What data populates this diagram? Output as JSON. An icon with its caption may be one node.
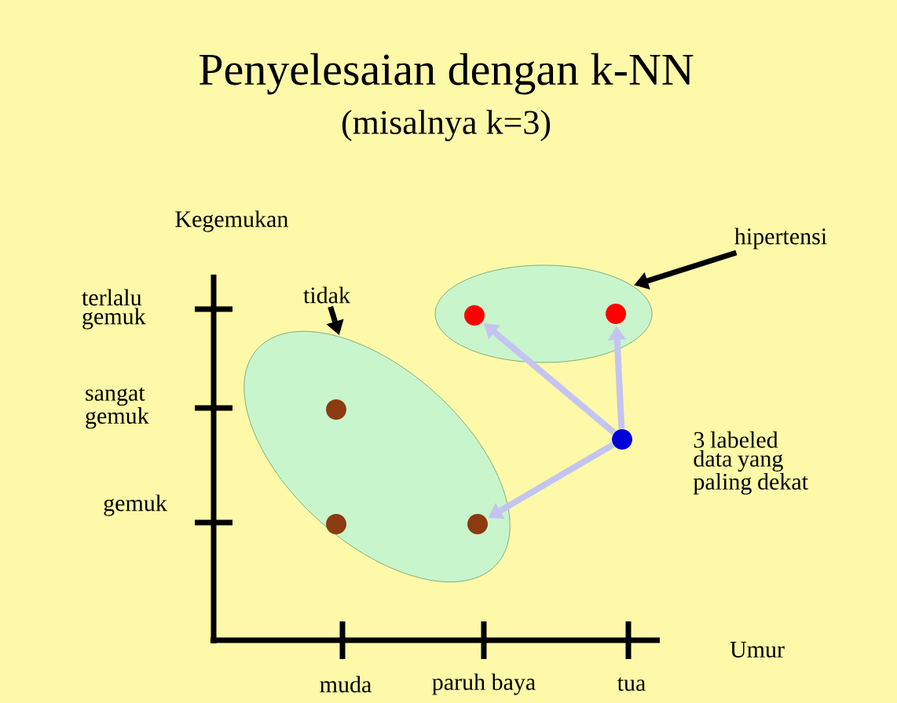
{
  "diagram": {
    "title": "Penyelesaian dengan k-NN",
    "nodes": [
      {
        "text": [
          "hipertensi"
        ]
      },
      {
        "text": [],
        "shape": "ellipse"
      },
      {
        "text": [],
        "shape": "circle",
        "in": 1
      },
      {
        "text": [],
        "shape": "circle",
        "in": 1
      },
      {
        "text": [
          "tidak"
        ]
      },
      {
        "text": [],
        "shape": "ellipse"
      },
      {
        "text": [],
        "shape": "circle",
        "in": 5
      },
      {
        "text": [],
        "shape": "circle",
        "in": 5
      },
      {
        "text": [],
        "shape": "circle",
        "in": 5
      },
      {
        "text": [],
        "shape": "circle"
      }
    ],
    "edges": [
      {
        "from": 0,
        "to": 1,
        "arrow": "to",
        "color": "#000000"
      },
      {
        "from": 4,
        "to": 5,
        "arrow": "to",
        "color": "#000000"
      },
      {
        "from": 9,
        "to": 2,
        "arrow": "to"
      },
      {
        "from": 9,
        "to": 3,
        "arrow": "to"
      },
      {
        "from": 9,
        "to": 8,
        "arrow": "to"
      }
    ],
    "labels": [
      "(misalnya k=3)",
      "Kegemukan",
      "terlalu gemuk",
      "sangat gemuk",
      "gemuk",
      "3 labeled data yang paling dekat",
      "Umur",
      "muda",
      "paruh baya",
      "tua"
    ]
  }
}
